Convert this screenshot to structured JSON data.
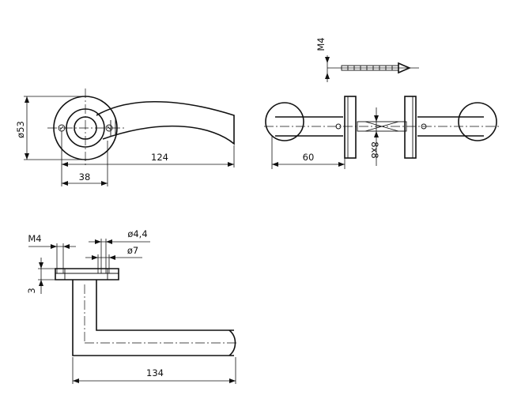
{
  "top_view": {
    "dim_rose_diameter": "ø53",
    "dim_lever_length": "124",
    "dim_rose_offset": "38"
  },
  "side_view": {
    "dim_screw": "M4",
    "dim_spindle": "8x8",
    "dim_lever_offset": "60"
  },
  "bottom_view": {
    "dim_screw_thread": "M4",
    "dim_hole_small": "ø4,4",
    "dim_hole_large": "ø7",
    "dim_rose_height": "3",
    "dim_total_length": "134"
  }
}
